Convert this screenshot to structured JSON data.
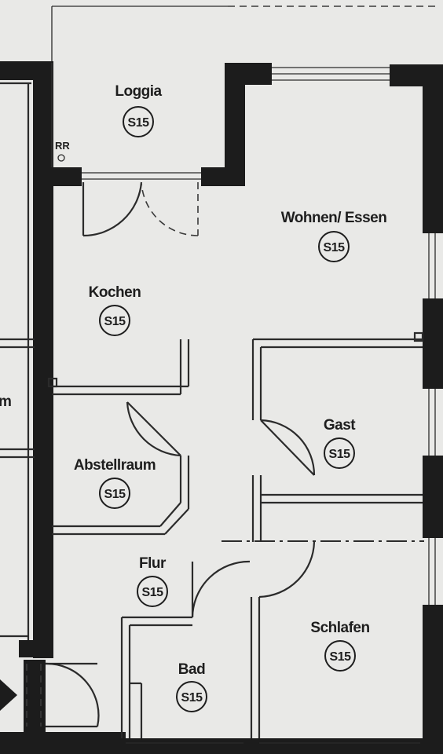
{
  "rooms": [
    {
      "name": "Loggia",
      "category": "S15"
    },
    {
      "name": "Wohnen/ Essen",
      "category": "S15"
    },
    {
      "name": "Kochen",
      "category": "S15"
    },
    {
      "name": "Gast",
      "category": "S15"
    },
    {
      "name": "Abstellraum",
      "category": "S15"
    },
    {
      "name": "Flur",
      "category": "S15"
    },
    {
      "name": "Schlafen",
      "category": "S15"
    },
    {
      "name": "Bad",
      "category": "S15"
    }
  ],
  "edge_labels": {
    "neighbor_room_fragment": "m",
    "loggia_marker": "RR"
  }
}
